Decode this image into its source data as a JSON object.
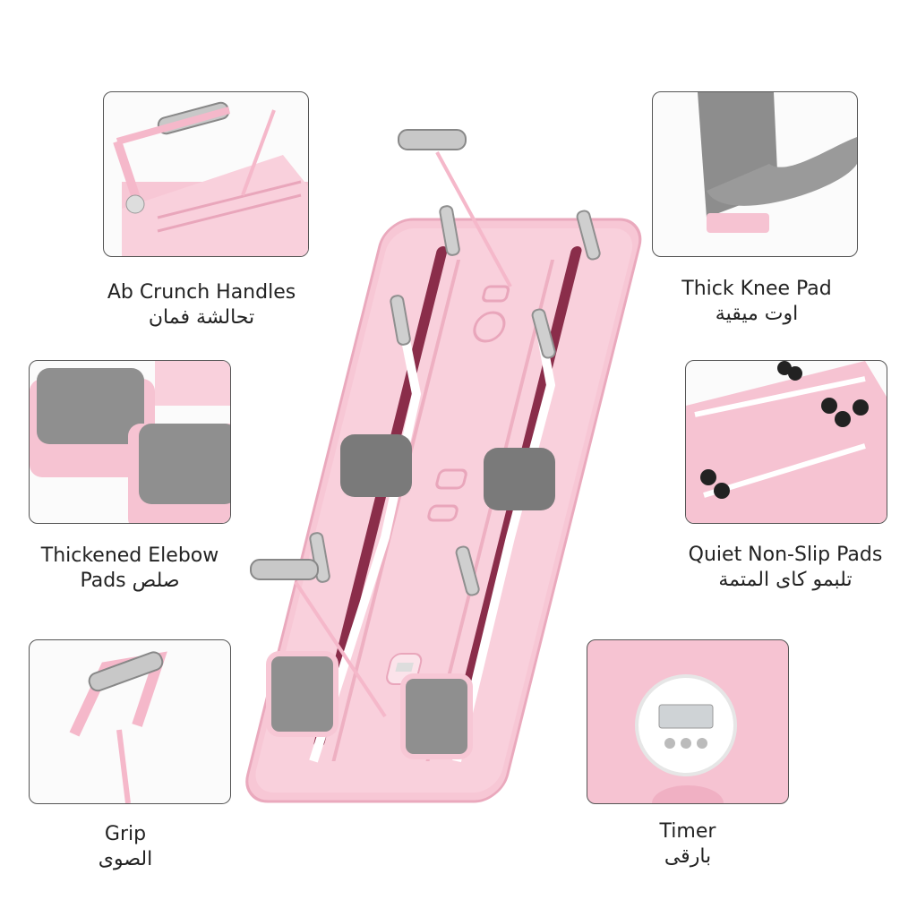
{
  "features": [
    {
      "id": "ab-crunch-handles",
      "title": "Ab Crunch Handles",
      "subtitle": "تحالشة فمان"
    },
    {
      "id": "thick-knee-pad",
      "title": "Thick Knee Pad",
      "subtitle": "اوت ميقية"
    },
    {
      "id": "thickened-elbow-pads",
      "title": "Thickened Elebow",
      "subtitle": "Pads صلص"
    },
    {
      "id": "quiet-non-slip-pads",
      "title": "Quiet Non-Slip Pads",
      "subtitle": "تلبمو كاى المتمة"
    },
    {
      "id": "grip",
      "title": "Grip",
      "subtitle": "الصوى"
    },
    {
      "id": "timer",
      "title": "Timer",
      "subtitle": "بارقى"
    }
  ],
  "colors": {
    "pink": "#f6c3d2",
    "pink_dark": "#e9a6bb",
    "slot": "#8a2d4a",
    "pad_gray": "#7a7a7a",
    "leg_gray": "#8d8d8d"
  }
}
